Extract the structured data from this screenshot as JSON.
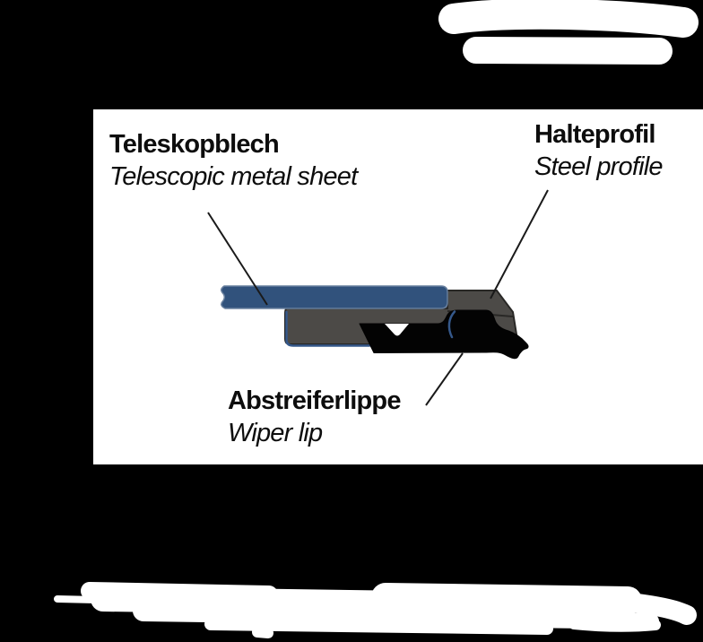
{
  "diagram": {
    "title_context": "wiper-blade-cross-section",
    "labels": {
      "telescopic_sheet": {
        "de": "Teleskopblech",
        "en": "Telescopic metal sheet"
      },
      "steel_profile": {
        "de": "Halteprofil",
        "en": "Steel profile"
      },
      "wiper_lip": {
        "de": "Abstreiferlippe",
        "en": "Wiper lip"
      }
    },
    "colors": {
      "canvas_background": "#000000",
      "panel_background": "#ffffff",
      "sheet_blue": "#31527c",
      "sheet_outline": "#69809e",
      "seam_blue": "#35588a",
      "profile_gray": "#4c4a47",
      "profile_outline": "#292826",
      "lip_black": "#030303",
      "leader_line": "#1a1a1a",
      "label_text": "#0d0d0d",
      "scribble_white": "#ffffff"
    }
  }
}
